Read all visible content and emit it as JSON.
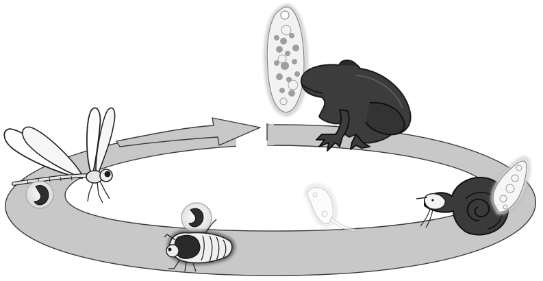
{
  "diagram": {
    "stages": [
      {
        "id": "frog",
        "icon": "frog-icon"
      },
      {
        "id": "snail",
        "icon": "snail-icon"
      },
      {
        "id": "cercaria",
        "icon": "cercaria-larva-icon"
      },
      {
        "id": "insect-larva",
        "icon": "insect-larva-icon"
      },
      {
        "id": "dragonfly",
        "icon": "dragonfly-icon"
      }
    ],
    "colors": {
      "ring_fill": "#c8c8c8",
      "ring_stroke": "#3a3a3a",
      "frog_fill": "#3c3c3c",
      "snail_fill": "#3a3a3a",
      "background": "#ffffff"
    }
  }
}
